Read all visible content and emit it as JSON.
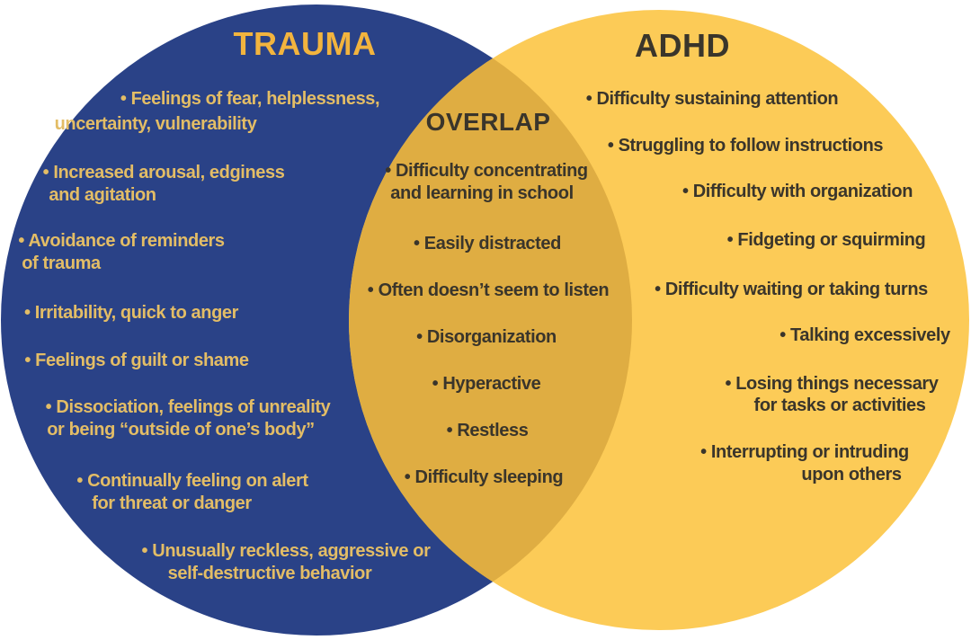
{
  "venn": {
    "colors": {
      "background": "#ffffff",
      "left_circle": "#2a4287",
      "right_circle": "#fccb57",
      "overlap": "#dfad42",
      "left_title": "#f2b43e",
      "left_text": "#e3bd66",
      "dark_text": "#3a352b"
    },
    "left": {
      "title": "TRAUMA",
      "items": [
        {
          "lines": [
            "• Feelings of fear, helplessness,",
            "uncertainty, vulnerability"
          ]
        },
        {
          "lines": [
            "• Increased arousal, edginess",
            "and agitation"
          ]
        },
        {
          "lines": [
            "• Avoidance of reminders",
            "of trauma"
          ]
        },
        {
          "lines": [
            "• Irritability, quick to anger"
          ]
        },
        {
          "lines": [
            "• Feelings of guilt or shame"
          ]
        },
        {
          "lines": [
            "• Dissociation, feelings of unreality",
            "or being “outside of one’s body”"
          ]
        },
        {
          "lines": [
            "• Continually feeling on alert",
            "for threat or danger"
          ]
        },
        {
          "lines": [
            "• Unusually reckless, aggressive or",
            "self-destructive behavior"
          ]
        }
      ]
    },
    "overlap": {
      "title": "OVERLAP",
      "items": [
        {
          "lines": [
            "• Difficulty concentrating",
            "and learning in school"
          ]
        },
        {
          "lines": [
            "• Easily distracted"
          ]
        },
        {
          "lines": [
            "• Often doesn’t seem to listen"
          ]
        },
        {
          "lines": [
            "• Disorganization"
          ]
        },
        {
          "lines": [
            "• Hyperactive"
          ]
        },
        {
          "lines": [
            "• Restless"
          ]
        },
        {
          "lines": [
            "• Difficulty sleeping"
          ]
        }
      ]
    },
    "right": {
      "title": "ADHD",
      "items": [
        {
          "lines": [
            "• Difficulty sustaining attention"
          ]
        },
        {
          "lines": [
            "• Struggling to follow instructions"
          ]
        },
        {
          "lines": [
            "• Difficulty with organization"
          ]
        },
        {
          "lines": [
            "• Fidgeting or squirming"
          ]
        },
        {
          "lines": [
            "• Difficulty waiting or taking turns"
          ]
        },
        {
          "lines": [
            "• Talking excessively"
          ]
        },
        {
          "lines": [
            "• Losing things necessary",
            "for tasks or activities"
          ]
        },
        {
          "lines": [
            "• Interrupting or intruding",
            "upon others"
          ]
        }
      ]
    }
  }
}
